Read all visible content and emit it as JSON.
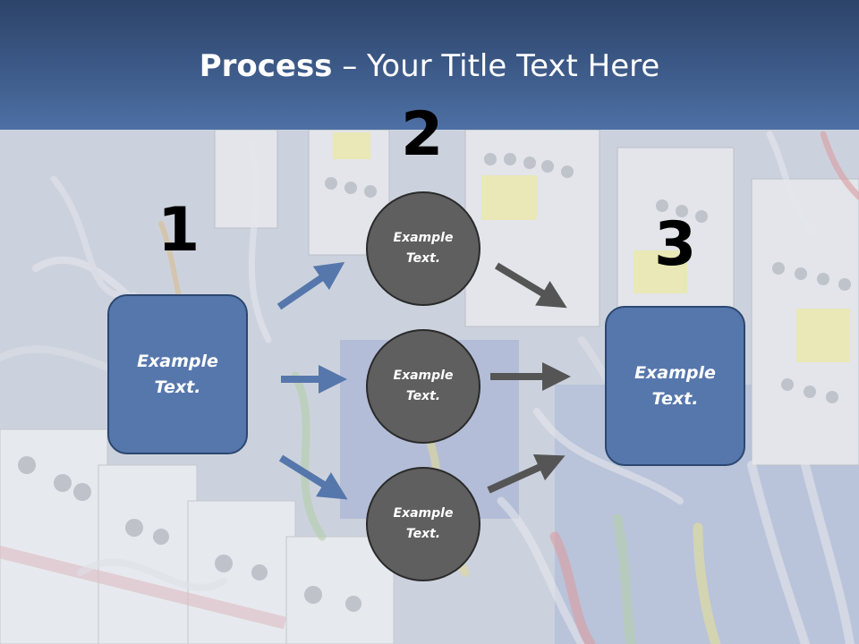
{
  "title": {
    "bold": "Process",
    "rest": " – Your Title Text Here"
  },
  "numbers": [
    "1",
    "2",
    "3"
  ],
  "left_box": {
    "line1": "Example",
    "line2": "Text."
  },
  "circles": [
    {
      "line1": "Example",
      "line2": "Text."
    },
    {
      "line1": "Example",
      "line2": "Text."
    },
    {
      "line1": "Example",
      "line2": "Text."
    }
  ],
  "right_box": {
    "line1": "Example",
    "line2": "Text."
  },
  "colors": {
    "header": "#3a5683",
    "box": "#5677ac",
    "circle": "#5f5f5f",
    "arrow_blue": "#5677ac",
    "arrow_gray": "#555555"
  }
}
